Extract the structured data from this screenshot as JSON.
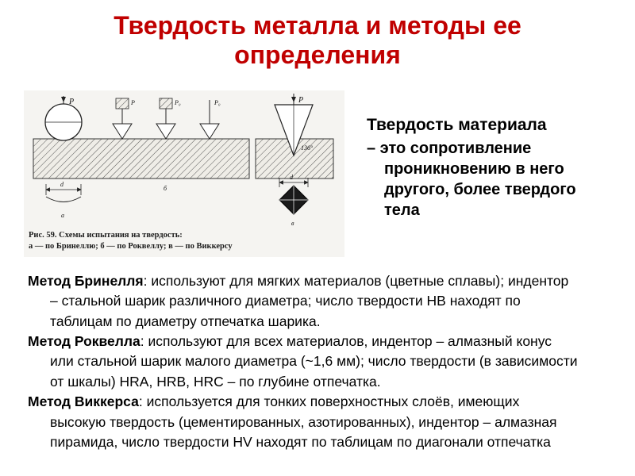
{
  "title": "Твердость металла и методы ее определения",
  "definition": {
    "line1": "Твердость материала",
    "line2": "– это сопротивление проникновению в него другого, более твердого тела"
  },
  "figure": {
    "caption_line1": "Рис. 59. Схемы испытания на твердость:",
    "caption_line2": "а — по Бринеллю; б — по Роквеллу; в — по Виккерсу",
    "labels": {
      "force": "P",
      "preload": "P₀",
      "angle": "136°",
      "diameter": "d",
      "sub_a": "а",
      "sub_b": "б",
      "sub_v": "в"
    }
  },
  "paragraphs": [
    {
      "lead": "Метод Бринелля",
      "text": ": используют для мягких материалов (цветные сплавы); индентор – стальной шарик различного диаметра; число твердости HB находят по таблицам по диаметру отпечатка шарика."
    },
    {
      "lead": "Метод Роквелла",
      "text": ": используют для всех материалов, индентор – алмазный конус или стальной шарик малого диаметра (~1,6 мм); число твердости (в зависимости от шкалы) HRA, HRB, HRC – по глубине отпечатка."
    },
    {
      "lead": "Метод Виккерса",
      "text": ": используется для тонких поверхностных слоёв, имеющих высокую твердость (цементированных, азотированных), индентор – алмазная пирамида, число твердости HV находят по таблицам по диагонали отпечатка"
    }
  ]
}
